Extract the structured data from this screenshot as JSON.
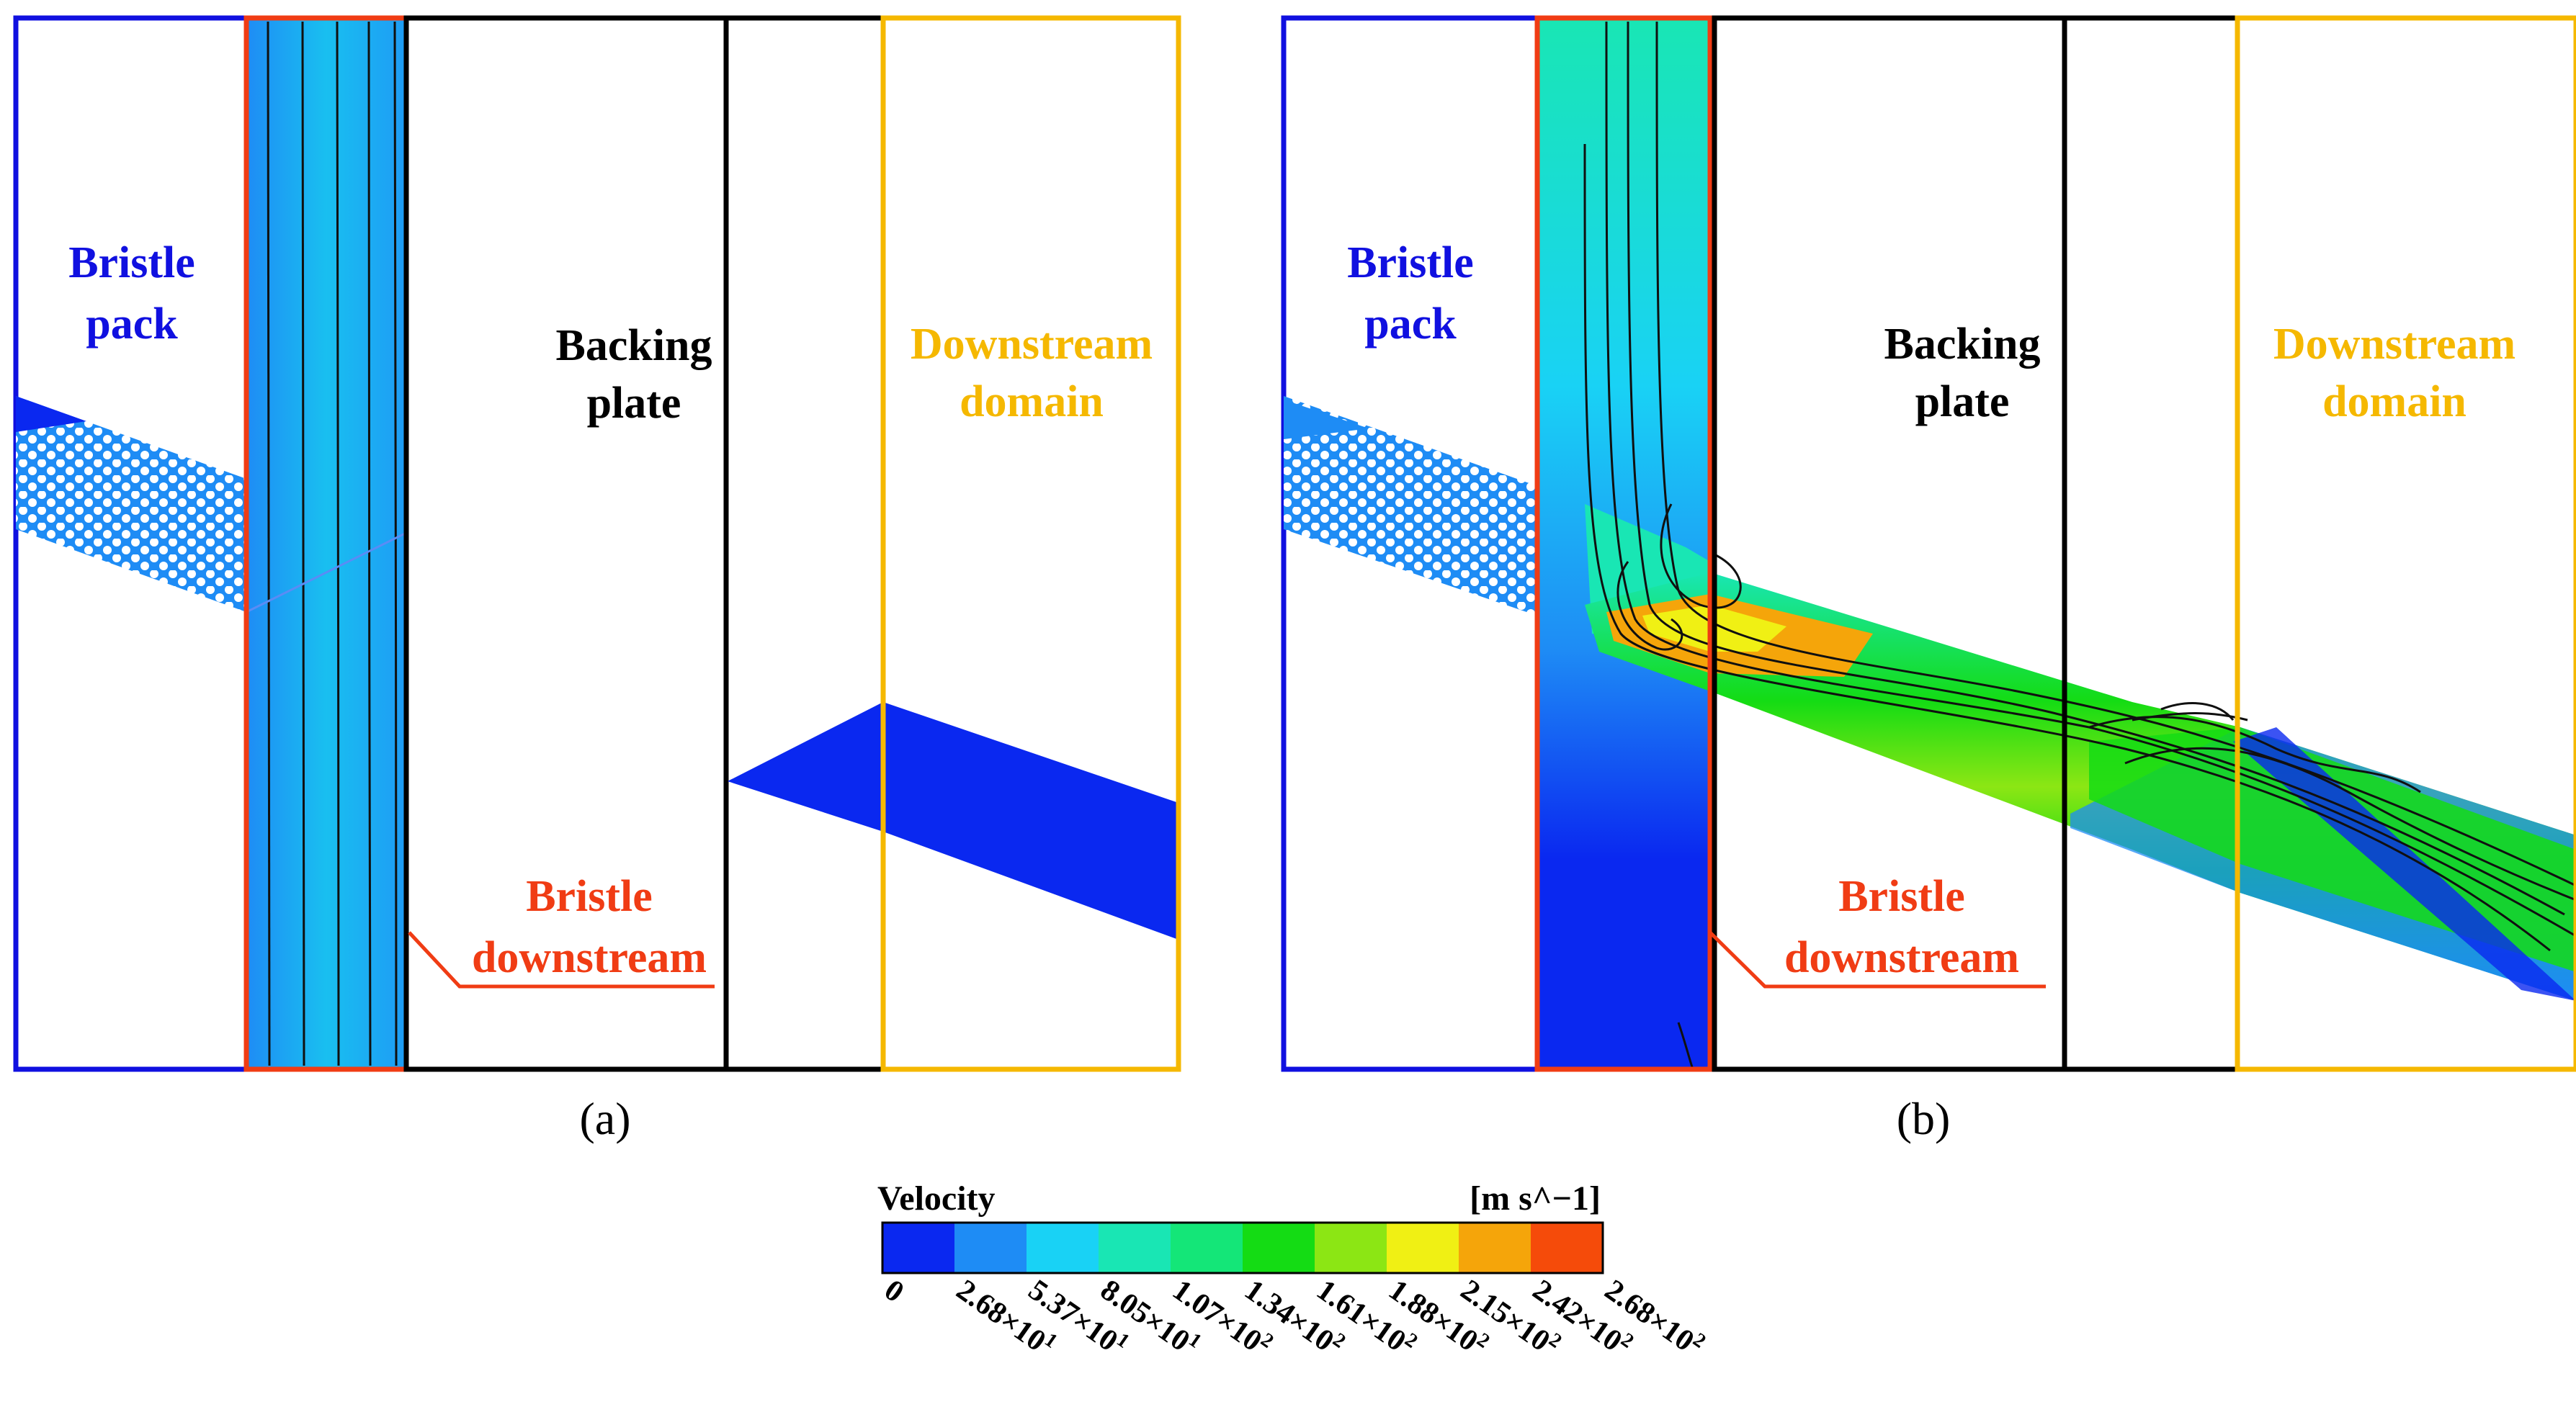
{
  "panels": [
    {
      "caption": "(a)",
      "labels": {
        "bristle_pack": [
          "Bristle",
          "pack"
        ],
        "backing_plate": [
          "Backing",
          "plate"
        ],
        "downstream_domain": [
          "Downstream",
          "domain"
        ],
        "bristle_downstream": [
          "Bristle",
          "downstream"
        ]
      }
    },
    {
      "caption": "(b)",
      "labels": {
        "bristle_pack": [
          "Bristle",
          "pack"
        ],
        "backing_plate": [
          "Backing",
          "plate"
        ],
        "downstream_domain": [
          "Downstream",
          "domain"
        ],
        "bristle_downstream": [
          "Bristle",
          "downstream"
        ]
      }
    }
  ],
  "legend": {
    "title": "Velocity",
    "unit": "[m s^−1]",
    "colors": [
      "#0a28f0",
      "#1e8cf5",
      "#19d2f5",
      "#19e6b4",
      "#14e678",
      "#14dc14",
      "#8ce614",
      "#f0f014",
      "#f5a50a",
      "#f54b0a"
    ],
    "ticks": [
      {
        "m": "0",
        "e": ""
      },
      {
        "m": "2.68×10",
        "e": "1"
      },
      {
        "m": "5.37×10",
        "e": "1"
      },
      {
        "m": "8.05×10",
        "e": "1"
      },
      {
        "m": "1.07×10",
        "e": "2"
      },
      {
        "m": "1.34×10",
        "e": "2"
      },
      {
        "m": "1.61×10",
        "e": "2"
      },
      {
        "m": "1.88×10",
        "e": "2"
      },
      {
        "m": "2.15×10",
        "e": "2"
      },
      {
        "m": "2.42×10",
        "e": "2"
      },
      {
        "m": "2.68×10",
        "e": "2"
      }
    ]
  },
  "colors": {
    "bristle_pack": "#1010e0",
    "bristle_downstream": "#f03c14",
    "backing_plate": "#000000",
    "downstream_domain": "#f5b800"
  }
}
